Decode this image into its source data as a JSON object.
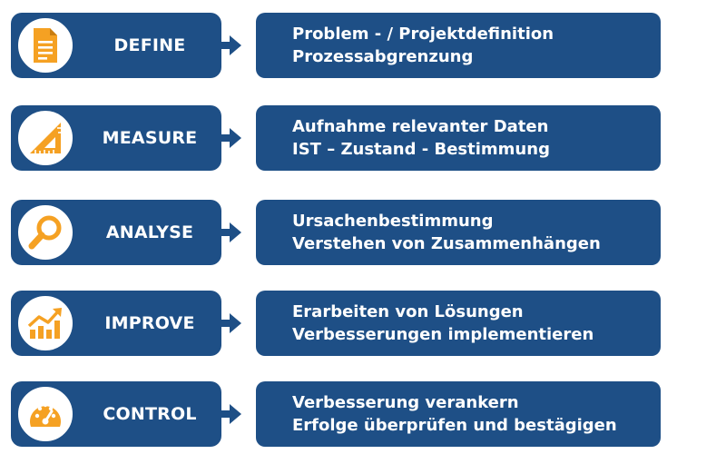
{
  "colors": {
    "primary": "#1e4f86",
    "accent": "#f5a123",
    "background": "#ffffff"
  },
  "phases": [
    {
      "label": "DEFINE",
      "icon": "document-icon",
      "lines": [
        "Problem - / Projektdefinition",
        "Prozessabgrenzung"
      ]
    },
    {
      "label": "MEASURE",
      "icon": "ruler-triangle-icon",
      "lines": [
        "Aufnahme relevanter Daten",
        "IST – Zustand - Bestimmung"
      ]
    },
    {
      "label": "ANALYSE",
      "icon": "magnifier-icon",
      "lines": [
        "Ursachenbestimmung",
        "Verstehen von Zusammenhängen"
      ]
    },
    {
      "label": "IMPROVE",
      "icon": "growth-chart-icon",
      "lines": [
        "Erarbeiten von Lösungen",
        "Verbesserungen implementieren"
      ]
    },
    {
      "label": "CONTROL",
      "icon": "gauge-icon",
      "lines": [
        "Verbesserung verankern",
        "Erfolge überprüfen und bestägigen"
      ]
    }
  ]
}
